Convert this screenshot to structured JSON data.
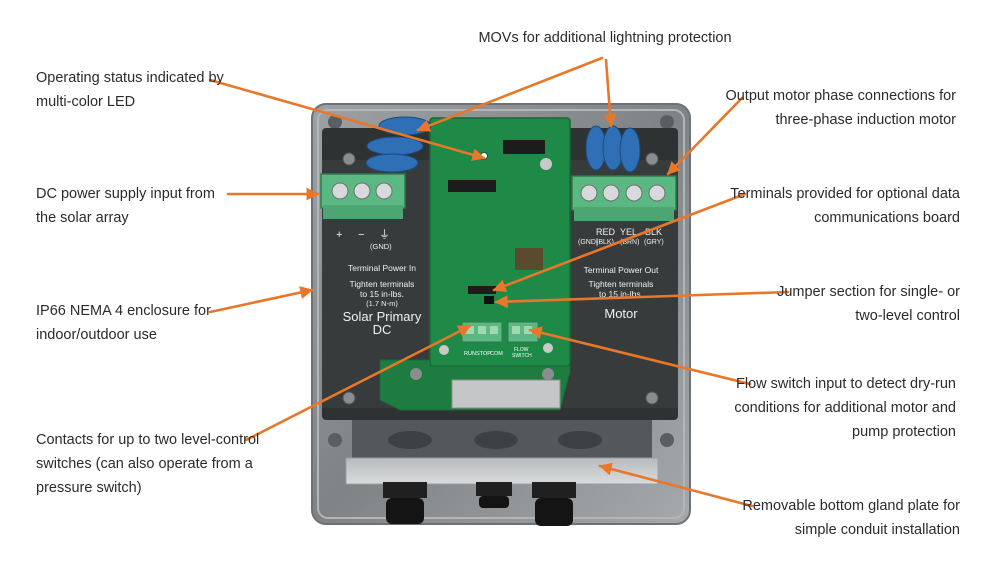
{
  "callouts": {
    "movs": [
      "MOVs for additional lightning protection"
    ],
    "led": [
      "Operating status indicated by",
      "multi-color LED"
    ],
    "dc_input": [
      "DC power supply input from",
      "the solar array"
    ],
    "enclosure": [
      "IP66 NEMA 4 enclosure for",
      "indoor/outdoor use"
    ],
    "contacts": [
      "Contacts for up to two level-control",
      "switches (can also operate from a",
      "pressure switch)"
    ],
    "motor_phase": [
      "Output motor phase connections for",
      "three-phase induction motor"
    ],
    "data_terminals": [
      "Terminals provided for optional data",
      "communications board"
    ],
    "jumper": [
      "Jumper section for single- or",
      "two-level control"
    ],
    "flow_switch": [
      "Flow switch input to detect dry-run",
      "conditions for additional motor and",
      "pump protection"
    ],
    "gland_plate": [
      "Removable bottom gland plate for",
      "simple conduit installation"
    ]
  },
  "device_labels": {
    "left_polarity": [
      "+",
      "−",
      "⏚",
      "(GND)"
    ],
    "left_terminal_title": "Terminal Power In",
    "left_torque": [
      "Tighten terminals",
      "to 15 in-lbs.",
      "(1.7 N-m)"
    ],
    "left_name": [
      "Solar Primary",
      "DC"
    ],
    "right_wire_colors": [
      "RED",
      "YEL",
      "BLK"
    ],
    "right_wire_sub": [
      "(GND)",
      "(BLK)",
      "(BRN)",
      "(GRY)"
    ],
    "right_terminal_title": "Terminal Power Out",
    "right_torque": [
      "Tighten terminals",
      "to 15 in-lbs."
    ],
    "right_name": "Motor",
    "pcb_contact_labels": [
      "RUN",
      "STOP",
      "COM"
    ],
    "pcb_flow_label": [
      "FLOW",
      "SWITCH"
    ]
  },
  "colors": {
    "arrow": "#e8772a",
    "text": "#2b2b2b",
    "pcb": "#1f8a47",
    "terminal": "#5cb882",
    "mov": "#2f6fb5",
    "enclosure": "#8e9294",
    "panel": "#353535"
  }
}
